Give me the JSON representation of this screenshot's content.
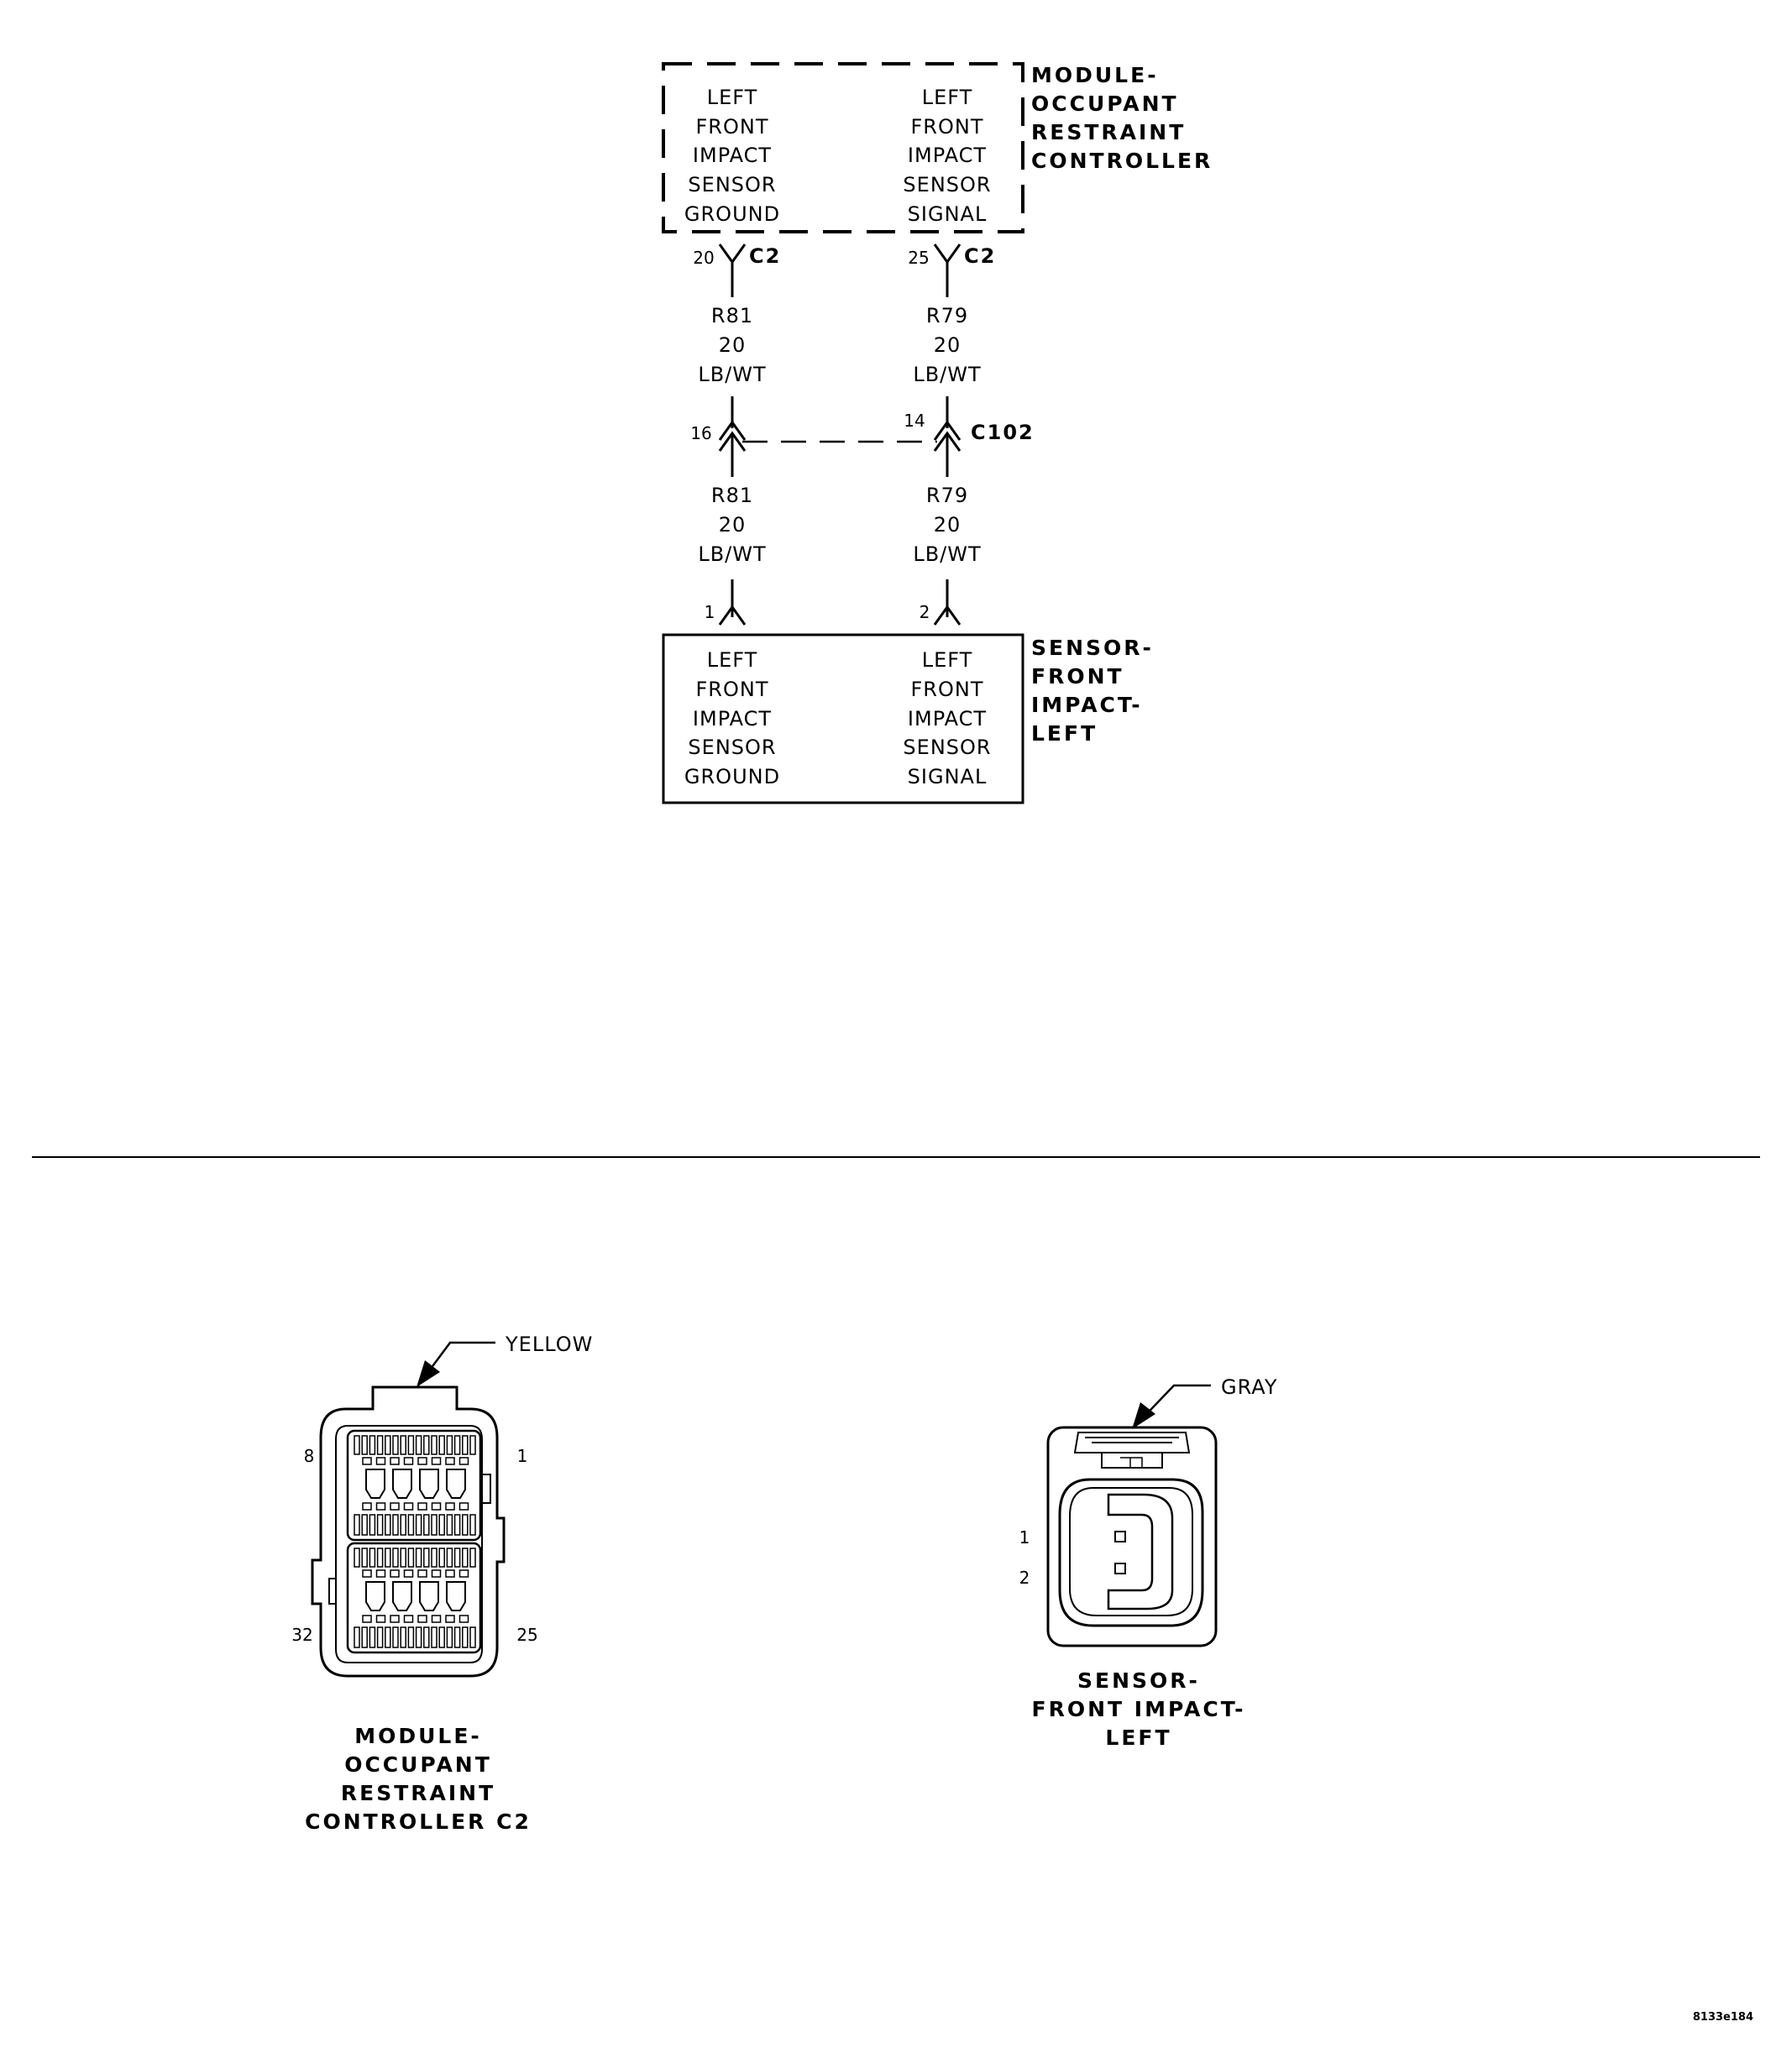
{
  "module": {
    "name_lines": [
      "MODULE-",
      "OCCUPANT",
      "RESTRAINT",
      "CONTROLLER"
    ],
    "left_func": [
      "LEFT",
      "FRONT",
      "IMPACT",
      "SENSOR",
      "GROUND"
    ],
    "right_func": [
      "LEFT",
      "FRONT",
      "IMPACT",
      "SENSOR",
      "SIGNAL"
    ],
    "left_pin": "20",
    "right_pin": "25",
    "connector": "C2"
  },
  "wires": {
    "left_upper": [
      "R81",
      "20",
      "LB/WT"
    ],
    "right_upper": [
      "R79",
      "20",
      "LB/WT"
    ],
    "left_lower": [
      "R81",
      "20",
      "LB/WT"
    ],
    "right_lower": [
      "R79",
      "20",
      "LB/WT"
    ]
  },
  "inline": {
    "name": "C102",
    "left_pin": "16",
    "right_pin": "14"
  },
  "sensor": {
    "name_lines": [
      "SENSOR-",
      "FRONT",
      "IMPACT-",
      "LEFT"
    ],
    "left_func": [
      "LEFT",
      "FRONT",
      "IMPACT",
      "SENSOR",
      "GROUND"
    ],
    "right_func": [
      "LEFT",
      "FRONT",
      "IMPACT",
      "SENSOR",
      "SIGNAL"
    ],
    "left_pin": "1",
    "right_pin": "2"
  },
  "connector_views": {
    "module": {
      "color": "YELLOW",
      "pins": [
        "8",
        "1",
        "32",
        "25"
      ],
      "caption": [
        "MODULE-",
        "OCCUPANT",
        "RESTRAINT",
        "CONTROLLER C2"
      ]
    },
    "sensor": {
      "color": "GRAY",
      "pins": [
        "1",
        "2"
      ],
      "caption": [
        "SENSOR-",
        "FRONT IMPACT-",
        "LEFT"
      ]
    }
  },
  "figure_id": "8133e184"
}
